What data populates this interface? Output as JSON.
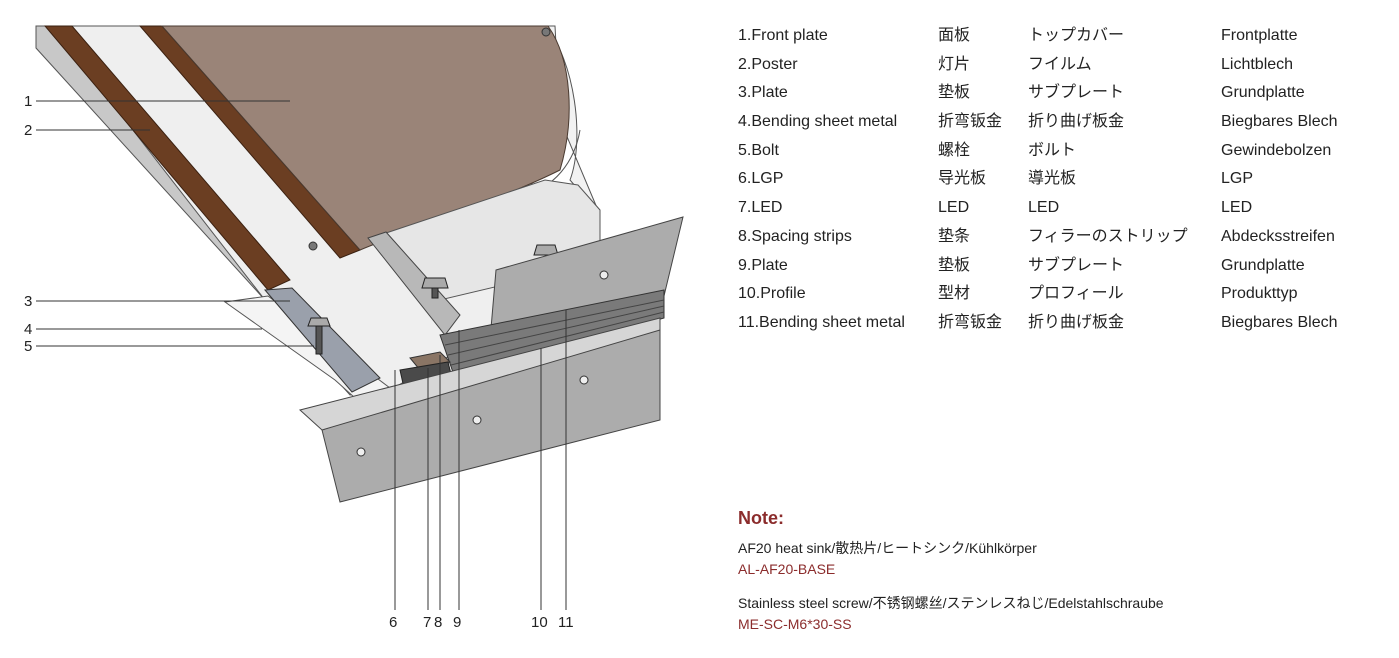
{
  "callouts": {
    "c1": "1",
    "c2": "2",
    "c3": "3",
    "c4": "4",
    "c5": "5",
    "c6": "6",
    "c7": "7",
    "c8": "8",
    "c9": "9",
    "c10": "10",
    "c11": "11"
  },
  "parts": [
    {
      "en": "1.Front plate",
      "zh": "面板",
      "ja": "トップカバー",
      "de": "Frontplatte"
    },
    {
      "en": "2.Poster",
      "zh": "灯片",
      "ja": "フイルム",
      "de": "Lichtblech"
    },
    {
      "en": "3.Plate",
      "zh": "垫板",
      "ja": "サブプレート",
      "de": "Grundplatte"
    },
    {
      "en": "4.Bending sheet metal",
      "zh": "折弯钣金",
      "ja": "折り曲げ板金",
      "de": "Biegbares Blech"
    },
    {
      "en": "5.Bolt",
      "zh": "螺栓",
      "ja": "ボルト",
      "de": "Gewindebolzen"
    },
    {
      "en": "6.LGP",
      "zh": "导光板",
      "ja": "導光板",
      "de": "LGP"
    },
    {
      "en": "7.LED",
      "zh": "LED",
      "ja": "LED",
      "de": "LED"
    },
    {
      "en": "8.Spacing strips",
      "zh": "垫条",
      "ja": "フィラーのストリップ",
      "de": "Abdecksstreifen"
    },
    {
      "en": "9.Plate",
      "zh": "垫板",
      "ja": "サブプレート",
      "de": "Grundplatte"
    },
    {
      "en": "10.Profile",
      "zh": "型材",
      "ja": "プロフィール",
      "de": "Produkttyp"
    },
    {
      "en": "11.Bending sheet metal",
      "zh": "折弯钣金",
      "ja": "折り曲げ板金",
      "de": "Biegbares Blech"
    }
  ],
  "note": {
    "title": "Note:",
    "items": [
      {
        "desc": "AF20 heat sink/散热片/ヒートシンク/Kühlkörper",
        "code": "AL-AF20-BASE"
      },
      {
        "desc": "Stainless steel screw/不锈钢螺丝/ステンレスねじ/Edelstahlschraube",
        "code": "ME-SC-M6*30-SS"
      }
    ]
  },
  "colors": {
    "accent": "#8b2c2c",
    "poster_brown": "#9a8478",
    "strip_brown": "#6b3e22",
    "metal_gray": "#aeaeae"
  }
}
